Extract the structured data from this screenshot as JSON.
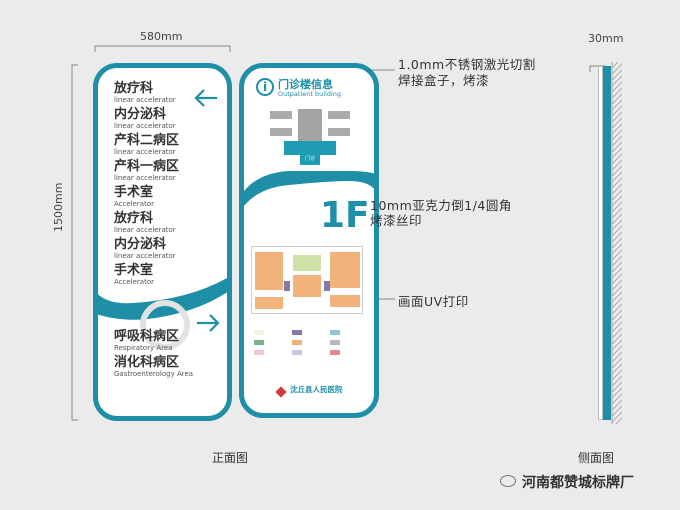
{
  "dimensions": {
    "width_label": "580mm",
    "height_label": "1500mm",
    "depth_label": "30mm"
  },
  "front_sign": {
    "upper_list": [
      {
        "zh": "放疗科",
        "en": "linear accelerator"
      },
      {
        "zh": "内分泌科",
        "en": "linear accelerator"
      },
      {
        "zh": "产科二病区",
        "en": "linear accelerator"
      },
      {
        "zh": "产科一病区",
        "en": "linear accelerator"
      },
      {
        "zh": "手术室",
        "en": "Accelerator"
      },
      {
        "zh": "放疗科",
        "en": "linear accelerator"
      },
      {
        "zh": "内分泌科",
        "en": "linear accelerator"
      },
      {
        "zh": "手术室",
        "en": "Accelerator"
      }
    ],
    "upper_arrow": "arrow-left-icon",
    "lower_list": [
      {
        "zh": "呼吸科病区",
        "en": "Respiratory  Area"
      },
      {
        "zh": "消化科病区",
        "en": "Gastroenterology  Area"
      }
    ],
    "lower_arrow": "arrow-right-icon"
  },
  "info_sign": {
    "title_zh": "门诊楼信息",
    "title_en": "Outpatient building",
    "info_icon": "info-icon",
    "floor": "1F",
    "map_entrance": "门诊",
    "hospital_name": "沈丘县人民医院",
    "accent": "#1e8fa6",
    "legend_colors": [
      "#f3f5e0",
      "#8a77a8",
      "#8dc6d6",
      "#7bb08f",
      "#f0b07a",
      "#b9b9b9",
      "#f2c8d0",
      "#c9c6de",
      "#e08a90"
    ]
  },
  "annotations": {
    "material_line1": "1.0mm不锈钢激光切割",
    "material_line2": "焊接盒子，烤漆",
    "acrylic_line1": "10mm亚克力倒1/4圆角",
    "acrylic_line2": "烤漆丝印",
    "print": "画面UV打印"
  },
  "captions": {
    "front": "正面图",
    "side": "侧面图"
  },
  "watermark": "河南都赞城标牌厂"
}
